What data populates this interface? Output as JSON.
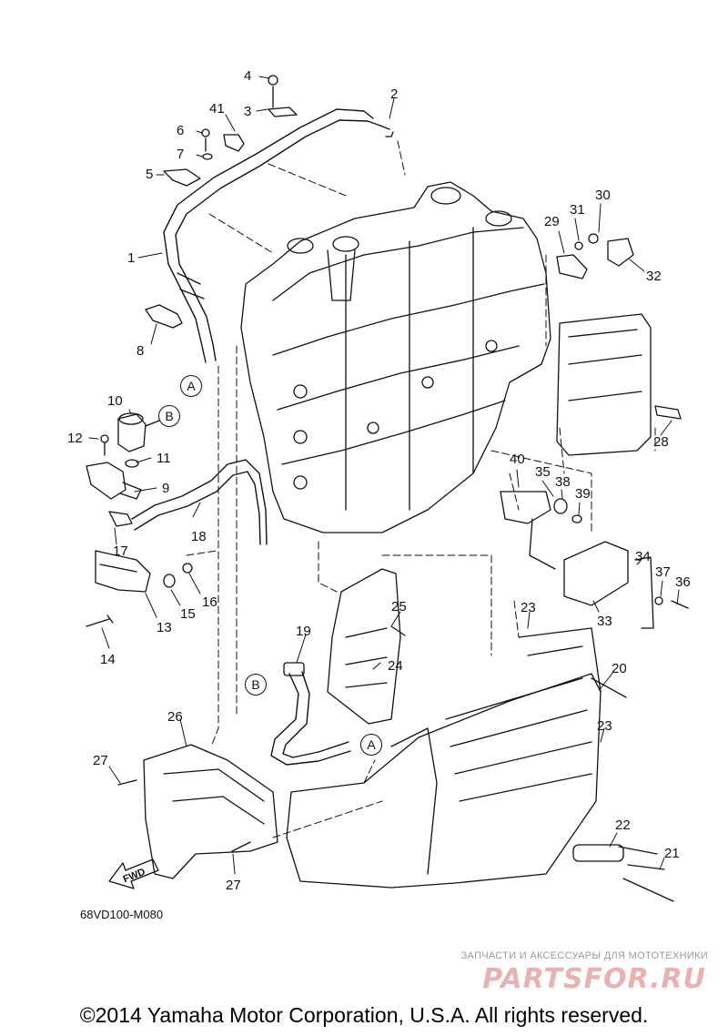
{
  "diagram": {
    "code": "68VD100-M080",
    "direction_label": "FWD",
    "part_numbers": [
      "1",
      "2",
      "3",
      "4",
      "5",
      "6",
      "7",
      "8",
      "9",
      "10",
      "11",
      "12",
      "13",
      "14",
      "15",
      "16",
      "17",
      "18",
      "19",
      "20",
      "21",
      "22",
      "23",
      "24",
      "25",
      "26",
      "27",
      "28",
      "29",
      "30",
      "31",
      "32",
      "33",
      "34",
      "35",
      "36",
      "37",
      "38",
      "39",
      "40",
      "41"
    ],
    "callouts": [
      "A",
      "B"
    ],
    "labels": [
      {
        "id": "p4",
        "text": "4"
      },
      {
        "id": "p2",
        "text": "2"
      },
      {
        "id": "p41",
        "text": "41"
      },
      {
        "id": "p3",
        "text": "3"
      },
      {
        "id": "p6",
        "text": "6"
      },
      {
        "id": "p7",
        "text": "7"
      },
      {
        "id": "p5",
        "text": "5"
      },
      {
        "id": "p1",
        "text": "1"
      },
      {
        "id": "p8",
        "text": "8"
      },
      {
        "id": "p10",
        "text": "10"
      },
      {
        "id": "p12",
        "text": "12"
      },
      {
        "id": "p11",
        "text": "11"
      },
      {
        "id": "p9",
        "text": "9"
      },
      {
        "id": "p17",
        "text": "17"
      },
      {
        "id": "p18",
        "text": "18"
      },
      {
        "id": "p16",
        "text": "16"
      },
      {
        "id": "p15",
        "text": "15"
      },
      {
        "id": "p13",
        "text": "13"
      },
      {
        "id": "p14",
        "text": "14"
      },
      {
        "id": "p30",
        "text": "30"
      },
      {
        "id": "p31",
        "text": "31"
      },
      {
        "id": "p29",
        "text": "29"
      },
      {
        "id": "p32",
        "text": "32"
      },
      {
        "id": "p28",
        "text": "28"
      },
      {
        "id": "p40",
        "text": "40"
      },
      {
        "id": "p35",
        "text": "35"
      },
      {
        "id": "p38",
        "text": "38"
      },
      {
        "id": "p39",
        "text": "39"
      },
      {
        "id": "p34",
        "text": "34"
      },
      {
        "id": "p37",
        "text": "37"
      },
      {
        "id": "p36",
        "text": "36"
      },
      {
        "id": "p33",
        "text": "33"
      },
      {
        "id": "p23a",
        "text": "23"
      },
      {
        "id": "p25",
        "text": "25"
      },
      {
        "id": "p24",
        "text": "24"
      },
      {
        "id": "p19",
        "text": "19"
      },
      {
        "id": "p20",
        "text": "20"
      },
      {
        "id": "p23b",
        "text": "23"
      },
      {
        "id": "p26",
        "text": "26"
      },
      {
        "id": "p27a",
        "text": "27"
      },
      {
        "id": "p27b",
        "text": "27"
      },
      {
        "id": "p22",
        "text": "22"
      },
      {
        "id": "p21",
        "text": "21"
      }
    ]
  },
  "watermark": {
    "text": "ЗАПЧАСТИ И АКСЕССУАРЫ ДЛЯ МОТОТЕХНИКИ",
    "logo": "PARTSFOR.RU"
  },
  "copyright": "©2014 Yamaha Motor Corporation, U.S.A. All rights reserved.",
  "colors": {
    "line": "#111111",
    "background": "#ffffff",
    "watermark_logo": "#e9b1b1",
    "watermark_text": "#9a9a9a"
  }
}
